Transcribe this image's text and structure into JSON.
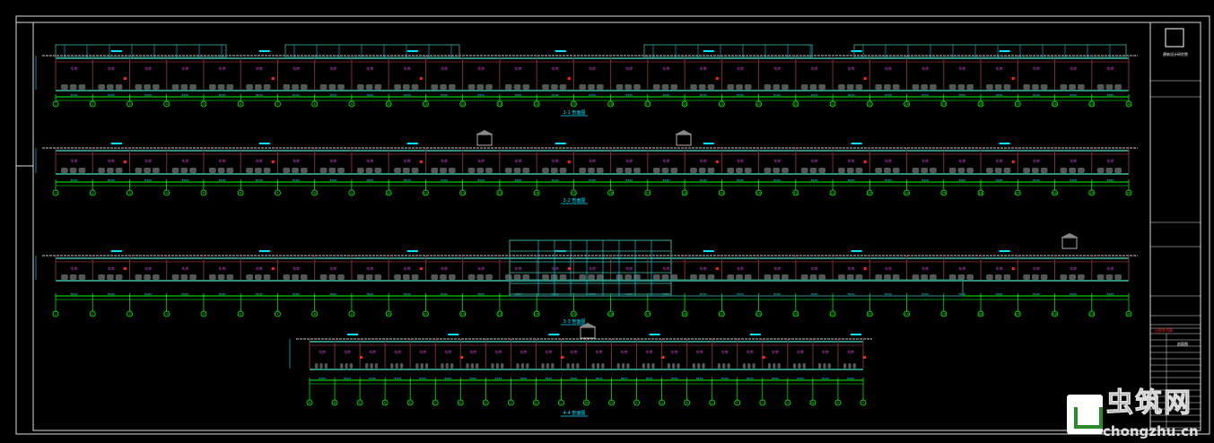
{
  "sections": [
    {
      "title": "1-1 剖面图",
      "axes": [
        "1",
        "2",
        "3",
        "4",
        "5",
        "6",
        "7",
        "8",
        "9",
        "10",
        "11",
        "12",
        "13",
        "14",
        "15",
        "16",
        "17",
        "18",
        "19",
        "20",
        "21",
        "22",
        "23",
        "24",
        "25",
        "26",
        "27",
        "28",
        "29",
        "30"
      ]
    },
    {
      "title": "2-2 剖面图",
      "axes": [
        "1",
        "2",
        "3",
        "4",
        "5",
        "6",
        "7",
        "8",
        "9",
        "10",
        "11",
        "12",
        "13",
        "14",
        "15",
        "16",
        "17",
        "18",
        "19",
        "20",
        "21",
        "22",
        "23",
        "24",
        "25",
        "26",
        "27",
        "28",
        "29",
        "30"
      ]
    },
    {
      "title": "3-3 剖面图",
      "axes": [
        "1",
        "2",
        "3",
        "4",
        "5",
        "6",
        "7",
        "8",
        "9",
        "10",
        "11",
        "12",
        "13",
        "14",
        "15",
        "16",
        "17",
        "18",
        "19",
        "20",
        "21",
        "22",
        "23",
        "24",
        "25",
        "26",
        "27",
        "28",
        "29",
        "30"
      ]
    },
    {
      "title": "4-4 剖面图",
      "axes": [
        "A",
        "B",
        "C",
        "D",
        "E",
        "F",
        "G",
        "H",
        "J",
        "K",
        "L",
        "M",
        "N",
        "P",
        "Q",
        "R",
        "S",
        "T",
        "U",
        "V",
        "W",
        "X",
        "Y"
      ]
    }
  ],
  "title_block": {
    "company": "建筑设计研究院",
    "drawing_name": "剖面图",
    "stamp": "出图专用章"
  },
  "watermark": {
    "name": "虫筑网",
    "url": "chongzhu.cn"
  },
  "colors": {
    "green": "#00ff00",
    "cyan": "#00e5ff",
    "slab": "#2f8f7f",
    "wall": "#7a2f3a",
    "car": "#555555",
    "magenta": "#d040d0",
    "red": "#ff2020"
  }
}
